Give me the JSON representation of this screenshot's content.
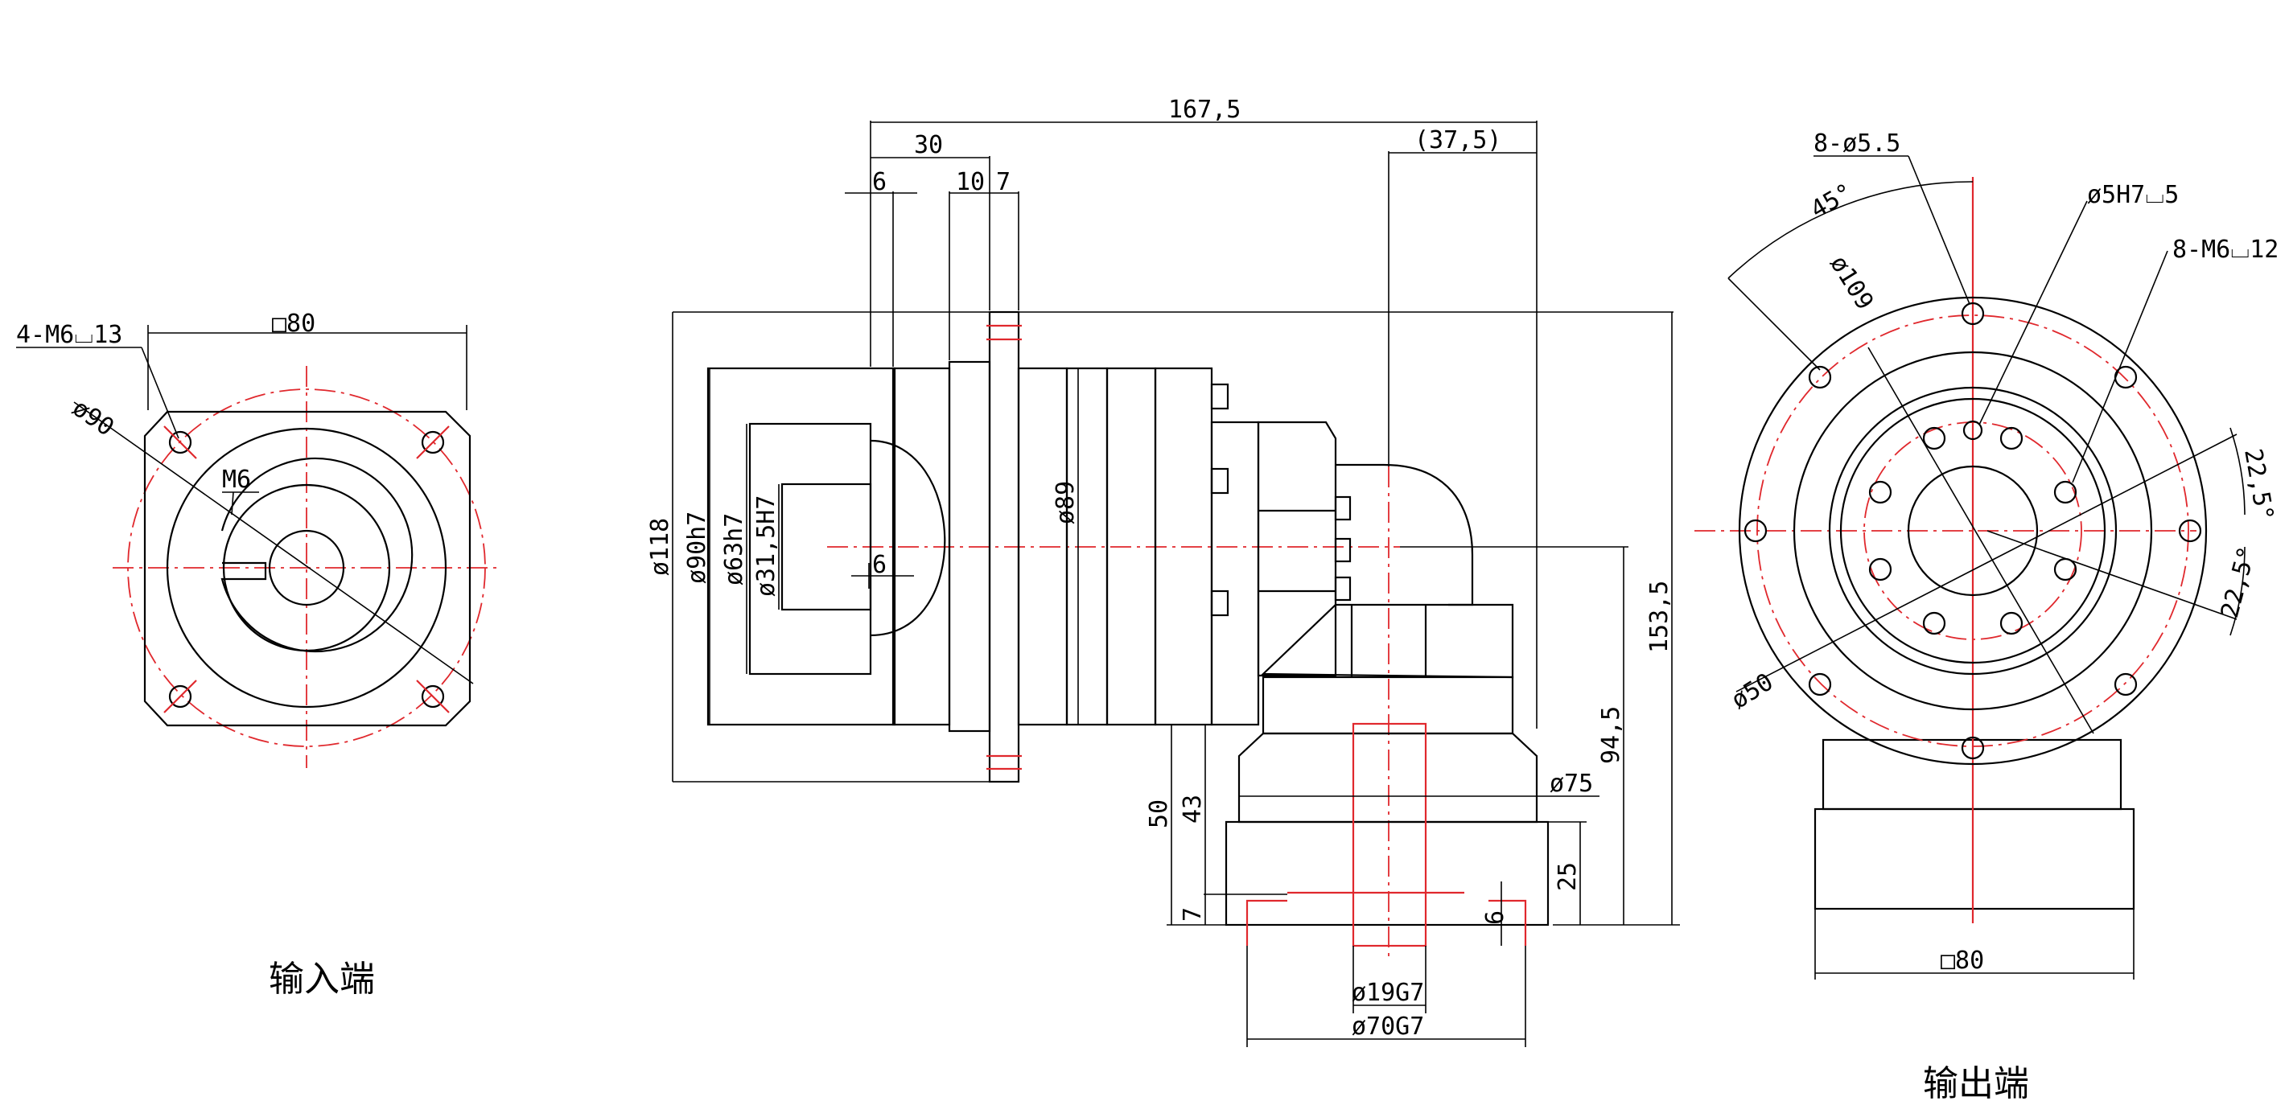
{
  "colors": {
    "outline": "#000000",
    "centerline": "#e0282d",
    "background": "#ffffff"
  },
  "input_view": {
    "caption": "输入端",
    "holes_label": "4-M6⌴13",
    "square_label": "□80",
    "pcd_label": "ø90",
    "thread_label": "M6"
  },
  "side_view": {
    "overall_length": "167,5",
    "flange_thickness": "30",
    "shaft_step": "6",
    "flange_detail_a": "10",
    "flange_detail_b": "7",
    "output_offset": "(37,5)",
    "dia_118": "ø118",
    "dia_90": "ø90h7",
    "dia_63": "ø63h7",
    "dia_31": "ø31,5H7",
    "keyway": "6",
    "dia_89": "ø89",
    "dia_75": "ø75",
    "height_153": "153,5",
    "height_94": "94,5",
    "height_50": "50",
    "height_43": "43",
    "height_25": "25",
    "height_7": "7",
    "key_6": "6",
    "bore_19": "ø19G7",
    "bore_70": "ø70G7"
  },
  "output_view": {
    "caption": "输出端",
    "holes_label": "8-ø5.5",
    "angle_45": "45°",
    "dia_109": "ø109",
    "pin_label": "ø5H7⌴5",
    "thread_holes": "8-M6⌴12",
    "angle_a": "22,5°",
    "angle_b": "22,5°",
    "dia_50": "ø50",
    "square_label": "□80"
  }
}
